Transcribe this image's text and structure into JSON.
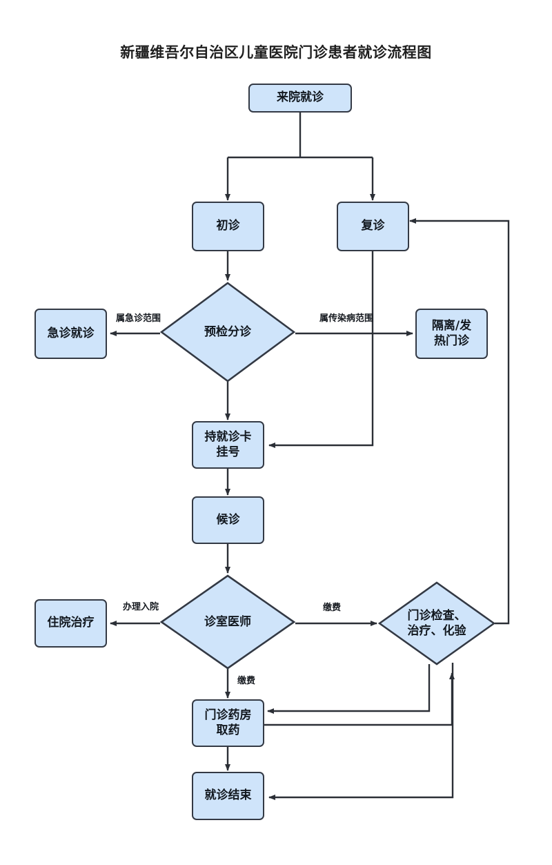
{
  "title": "新疆维吾尔自治区儿童医院门诊患者就诊流程图",
  "colors": {
    "node_fill": "#cfe4fa",
    "node_stroke": "#333944",
    "line": "#2b2f36",
    "text": "#12181f",
    "background": "#ffffff"
  },
  "nodes": {
    "arrive": {
      "label": "来院就诊",
      "shape": "box"
    },
    "first_visit": {
      "label": "初诊",
      "shape": "box"
    },
    "return_visit": {
      "label": "复诊",
      "shape": "box"
    },
    "triage": {
      "label": "预检分诊",
      "shape": "diamond"
    },
    "emergency": {
      "label": "急诊就诊",
      "shape": "box"
    },
    "isolation": {
      "label": "隔离/发\n热门诊",
      "line1": "隔离/发",
      "line2": "热门诊",
      "shape": "box"
    },
    "register": {
      "label": "持就诊卡\n挂号",
      "line1": "持就诊卡",
      "line2": "挂号",
      "shape": "box"
    },
    "waiting": {
      "label": "候诊",
      "shape": "box"
    },
    "doctor": {
      "label": "诊室医师",
      "shape": "diamond"
    },
    "inpatient": {
      "label": "住院治疗",
      "shape": "box"
    },
    "exam": {
      "label": "门诊检查、\n治疗、化验",
      "line1": "门诊检查、",
      "line2": "治疗、化验",
      "shape": "diamond"
    },
    "pharmacy": {
      "label": "门诊药房\n取药",
      "line1": "门诊药房",
      "line2": "取药",
      "shape": "box"
    },
    "finish": {
      "label": "就诊结束",
      "shape": "box"
    }
  },
  "edge_labels": {
    "to_emergency": "属急诊范围",
    "to_isolation": "属传染病范围",
    "to_inpatient": "办理入院",
    "doctor_to_exam": "缴费",
    "doctor_to_pharmacy": "缴费"
  },
  "flow": [
    {
      "from": "arrive",
      "to": "first_visit",
      "label": ""
    },
    {
      "from": "arrive",
      "to": "return_visit",
      "label": ""
    },
    {
      "from": "first_visit",
      "to": "triage",
      "label": ""
    },
    {
      "from": "triage",
      "to": "emergency",
      "label": "属急诊范围"
    },
    {
      "from": "triage",
      "to": "isolation",
      "label": "属传染病范围"
    },
    {
      "from": "triage",
      "to": "register",
      "label": ""
    },
    {
      "from": "return_visit",
      "to": "register",
      "label": ""
    },
    {
      "from": "register",
      "to": "waiting",
      "label": ""
    },
    {
      "from": "waiting",
      "to": "doctor",
      "label": ""
    },
    {
      "from": "doctor",
      "to": "inpatient",
      "label": "办理入院"
    },
    {
      "from": "doctor",
      "to": "exam",
      "label": "缴费"
    },
    {
      "from": "doctor",
      "to": "pharmacy",
      "label": "缴费"
    },
    {
      "from": "exam",
      "to": "return_visit",
      "label": ""
    },
    {
      "from": "exam",
      "to": "pharmacy",
      "label": ""
    },
    {
      "from": "exam",
      "to": "finish",
      "label": ""
    },
    {
      "from": "pharmacy",
      "to": "exam",
      "label": ""
    },
    {
      "from": "pharmacy",
      "to": "finish",
      "label": ""
    }
  ]
}
